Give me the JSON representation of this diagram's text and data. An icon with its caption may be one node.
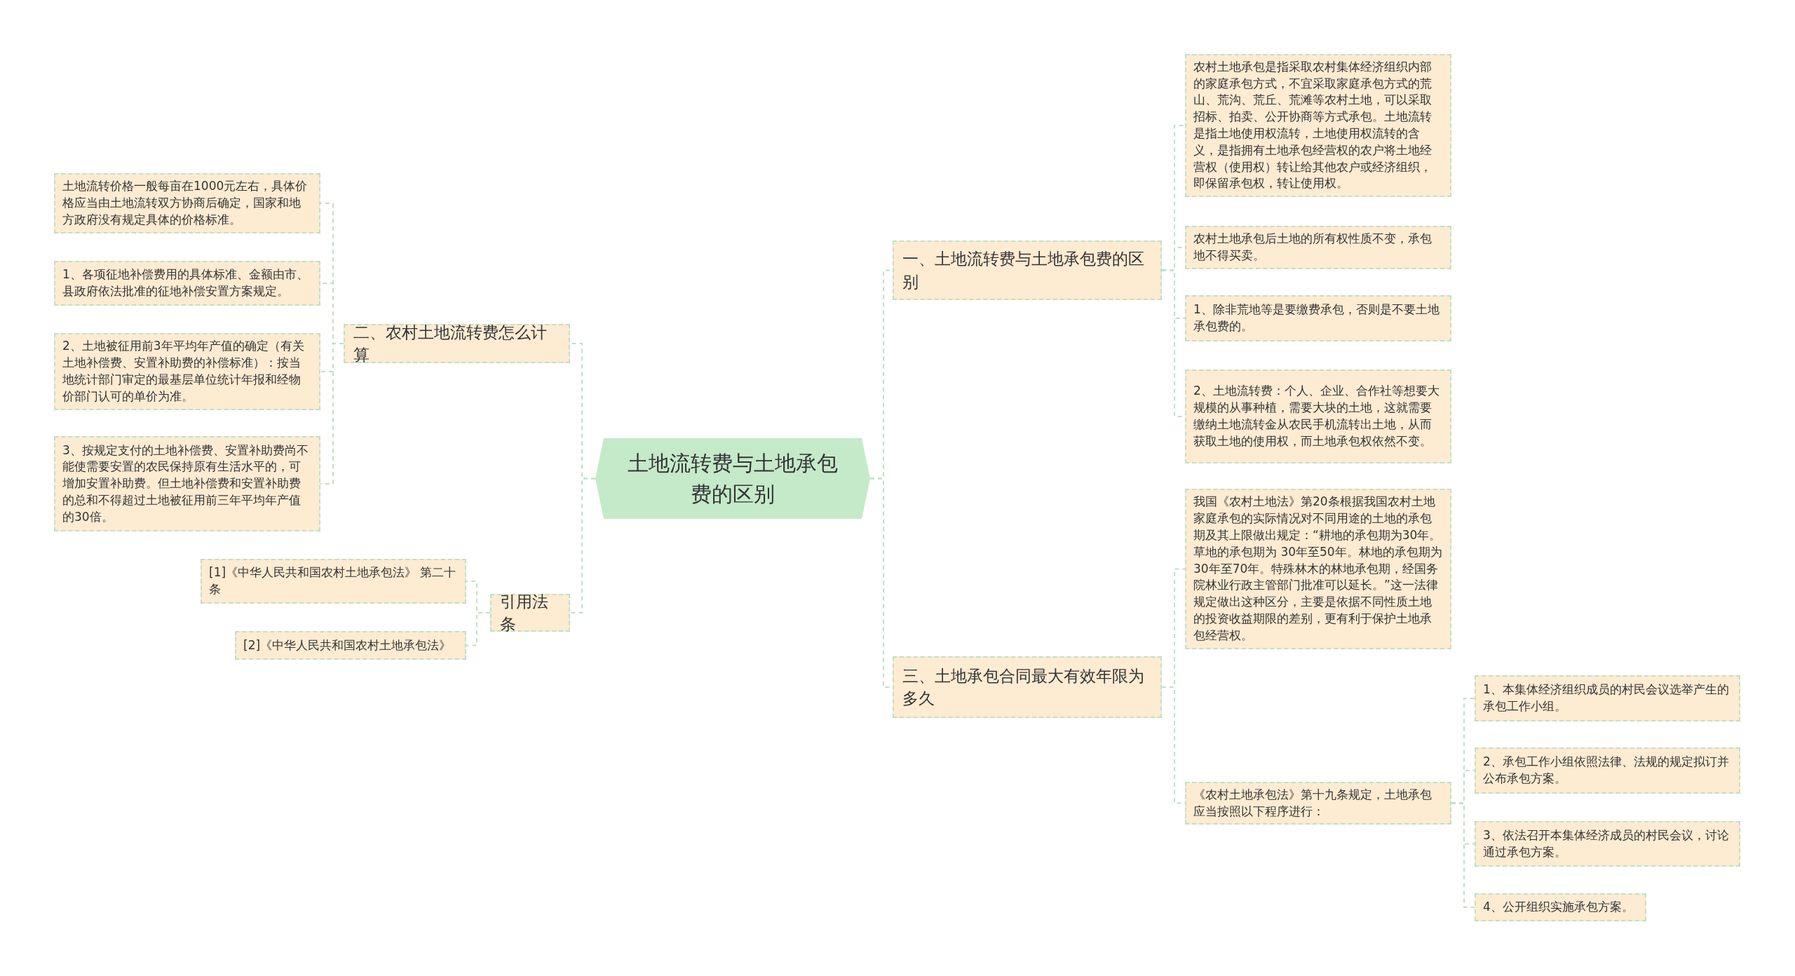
{
  "diagram": {
    "nodes": [
      {
        "text": [
          "土地流转费与土地承包费的区别"
        ]
      },
      {
        "text": [
          "一、土地流转费与土地承包费的区别"
        ]
      },
      {
        "text": [
          "农村土地承包是指采取农村集体经济组织内部的家庭承包方式，不宜采取家庭承包方式的荒山、荒沟、荒丘、荒滩等农村土地，可以采取招标、拍卖、公开协商等方式承包。土地流转是指土地使用权流转，土地使用权流转的含义，是指拥有土地承包经营权的农户将土地经营权（使用权）转让给其他农户或经济组织，即保留承包权，转让使用权。"
        ]
      },
      {
        "text": [
          "农村土地承包后土地的所有权性质不变，承包地不得买卖。"
        ]
      },
      {
        "text": [
          "1、除非荒地等是要缴费承包，否则是不要土地承包费的。"
        ]
      },
      {
        "text": [
          "2、土地流转费：个人、企业、合作社等想要大规模的从事种植，需要大块的土地，这就需要缴纳土地流转金从农民手机流转出土地，从而获取土地的使用权，而土地承包权依然不变。"
        ]
      },
      {
        "text": [
          "三、土地承包合同最大有效年限为多久"
        ]
      },
      {
        "text": [
          "我国《农村土地法》第20条根据我国农村土地家庭承包的实际情况对不同用途的土地的承包期及其上限做出规定：“耕地的承包期为30年。草地的承包期为 30年至50年。林地的承包期为30年至70年。特殊林木的林地承包期，经国务院林业行政主管部门批准可以延长。”这一法律规定做出这种区分，主要是依据不同性质土地的投资收益期限的差别，更有利于保护土地承包经营权。"
        ]
      },
      {
        "text": [
          "《农村土地承包法》第十九条规定，土地承包应当按照以下程序进行："
        ]
      },
      {
        "text": [
          "1、本集体经济组织成员的村民会议选举产生的承包工作小组。"
        ]
      },
      {
        "text": [
          "2、承包工作小组依照法律、法规的规定拟订并公布承包方案。"
        ]
      },
      {
        "text": [
          "3、依法召开本集体经济成员的村民会议，讨论通过承包方案。"
        ]
      },
      {
        "text": [
          "4、公开组织实施承包方案。"
        ]
      },
      {
        "text": [
          "二、农村土地流转费怎么计算"
        ]
      },
      {
        "text": [
          "土地流转价格一般每亩在1000元左右，具体价格应当由土地流转双方协商后确定，国家和地方政府没有规定具体的价格标准。"
        ]
      },
      {
        "text": [
          "1、各项征地补偿费用的具体标准、金额由市、县政府依法批准的征地补偿安置方案规定。"
        ]
      },
      {
        "text": [
          "2、土地被征用前3年平均年产值的确定（有关土地补偿费、安置补助费的补偿标准）：按当地统计部门审定的最基层单位统计年报和经物价部门认可的单价为准。"
        ]
      },
      {
        "text": [
          "3、按规定支付的土地补偿费、安置补助费尚不能使需要安置的农民保持原有生活水平的，可增加安置补助费。但土地补偿费和安置补助费的总和不得超过土地被征用前三年平均年产值的30倍。"
        ]
      },
      {
        "text": [
          "引用法条"
        ]
      },
      {
        "text": [
          "[1]《中华人民共和国农村土地承包法》 第二十条"
        ]
      },
      {
        "text": [
          "[2]《中华人民共和国农村土地承包法》"
        ]
      }
    ],
    "edges": [
      {
        "from": 0,
        "to": 1,
        "arrow": "none"
      },
      {
        "from": 0,
        "to": 6,
        "arrow": "none"
      },
      {
        "from": 0,
        "to": 13,
        "arrow": "none"
      },
      {
        "from": 0,
        "to": 18,
        "arrow": "none"
      },
      {
        "from": 1,
        "to": 2,
        "arrow": "none"
      },
      {
        "from": 1,
        "to": 3,
        "arrow": "none"
      },
      {
        "from": 1,
        "to": 4,
        "arrow": "none"
      },
      {
        "from": 1,
        "to": 5,
        "arrow": "none"
      },
      {
        "from": 6,
        "to": 7,
        "arrow": "none"
      },
      {
        "from": 6,
        "to": 8,
        "arrow": "none"
      },
      {
        "from": 8,
        "to": 9,
        "arrow": "none"
      },
      {
        "from": 8,
        "to": 10,
        "arrow": "none"
      },
      {
        "from": 8,
        "to": 11,
        "arrow": "none"
      },
      {
        "from": 8,
        "to": 12,
        "arrow": "none"
      },
      {
        "from": 13,
        "to": 14,
        "arrow": "none"
      },
      {
        "from": 13,
        "to": 15,
        "arrow": "none"
      },
      {
        "from": 13,
        "to": 16,
        "arrow": "none"
      },
      {
        "from": 13,
        "to": 17,
        "arrow": "none"
      },
      {
        "from": 18,
        "to": 19,
        "arrow": "none"
      },
      {
        "from": 18,
        "to": 20,
        "arrow": "none"
      }
    ]
  }
}
